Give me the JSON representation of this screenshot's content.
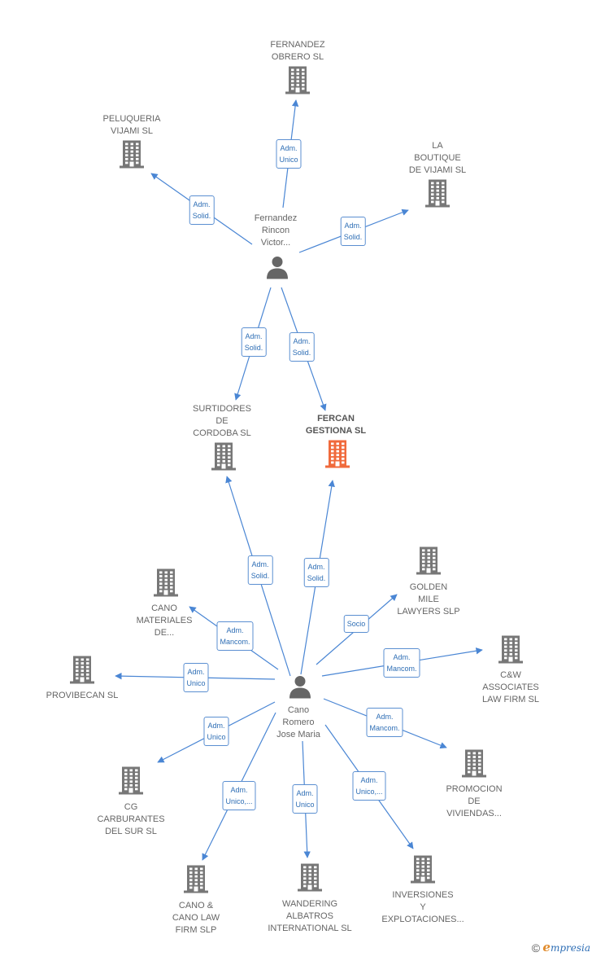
{
  "colors": {
    "edge": "#4a86d4",
    "building": "#777777",
    "highlight": "#f06a3c",
    "person": "#666666"
  },
  "nodes": [
    {
      "id": "fernandez_obrero",
      "type": "company",
      "label": "FERNANDEZ\nOBRERO  SL"
    },
    {
      "id": "peluqueria",
      "type": "company",
      "label": "PELUQUERIA\nVIJAMI  SL"
    },
    {
      "id": "la_boutique",
      "type": "company",
      "label": "LA\nBOUTIQUE\nDE VIJAMI  SL"
    },
    {
      "id": "fernandez_rincon",
      "type": "person",
      "label": "Fernandez\nRincon\nVictor..."
    },
    {
      "id": "surtidores",
      "type": "company",
      "label": "SURTIDORES\nDE\nCORDOBA  SL"
    },
    {
      "id": "fercan",
      "type": "company",
      "label": "FERCAN\nGESTIONA  SL",
      "highlight": true
    },
    {
      "id": "golden_mile",
      "type": "company",
      "label": "GOLDEN\nMILE\nLAWYERS  SLP"
    },
    {
      "id": "cano_materiales",
      "type": "company",
      "label": "CANO\nMATERIALES\nDE..."
    },
    {
      "id": "cw",
      "type": "company",
      "label": "C&W\nASSOCIATES\nLAW FIRM  SL"
    },
    {
      "id": "provibecan",
      "type": "company",
      "label": "PROVIBECAN SL"
    },
    {
      "id": "cano_romero",
      "type": "person",
      "label": "Cano\nRomero\nJose Maria"
    },
    {
      "id": "cg_carburantes",
      "type": "company",
      "label": "CG\nCARBURANTES\nDEL SUR  SL"
    },
    {
      "id": "promocion",
      "type": "company",
      "label": "PROMOCION\nDE\nVIVIENDAS..."
    },
    {
      "id": "cano_law",
      "type": "company",
      "label": "CANO &\nCANO LAW\nFIRM  SLP"
    },
    {
      "id": "wandering",
      "type": "company",
      "label": "WANDERING\nALBATROS\nINTERNATIONAL SL"
    },
    {
      "id": "inversiones",
      "type": "company",
      "label": "INVERSIONES\nY\nEXPLOTACIONES..."
    }
  ],
  "edges": [
    {
      "id": "e_fr_fo",
      "from": "fernandez_rincon",
      "to": "fernandez_obrero",
      "label": "Adm.\nUnico"
    },
    {
      "id": "e_fr_pel",
      "from": "fernandez_rincon",
      "to": "peluqueria",
      "label": "Adm.\nSolid."
    },
    {
      "id": "e_fr_lb",
      "from": "fernandez_rincon",
      "to": "la_boutique",
      "label": "Adm.\nSolid."
    },
    {
      "id": "e_fr_sur",
      "from": "fernandez_rincon",
      "to": "surtidores",
      "label": "Adm.\nSolid."
    },
    {
      "id": "e_fr_fer",
      "from": "fernandez_rincon",
      "to": "fercan",
      "label": "Adm.\nSolid."
    },
    {
      "id": "e_cr_sur",
      "from": "cano_romero",
      "to": "surtidores",
      "label": "Adm.\nSolid."
    },
    {
      "id": "e_cr_fer",
      "from": "cano_romero",
      "to": "fercan",
      "label": "Adm.\nSolid."
    },
    {
      "id": "e_cr_gm",
      "from": "cano_romero",
      "to": "golden_mile",
      "label": "Socio"
    },
    {
      "id": "e_cr_cm",
      "from": "cano_romero",
      "to": "cano_materiales",
      "label": "Adm.\nMancom."
    },
    {
      "id": "e_cr_cw",
      "from": "cano_romero",
      "to": "cw",
      "label": "Adm.\nMancom."
    },
    {
      "id": "e_cr_pro",
      "from": "cano_romero",
      "to": "provibecan",
      "label": "Adm.\nUnico"
    },
    {
      "id": "e_cr_cg",
      "from": "cano_romero",
      "to": "cg_carburantes",
      "label": "Adm.\nUnico"
    },
    {
      "id": "e_cr_prm",
      "from": "cano_romero",
      "to": "promocion",
      "label": "Adm.\nMancom."
    },
    {
      "id": "e_cr_cl",
      "from": "cano_romero",
      "to": "cano_law",
      "label": "Adm.\nUnico,..."
    },
    {
      "id": "e_cr_wa",
      "from": "cano_romero",
      "to": "wandering",
      "label": "Adm.\nUnico"
    },
    {
      "id": "e_cr_inv",
      "from": "cano_romero",
      "to": "inversiones",
      "label": "Adm.\nUnico,..."
    }
  ],
  "footer": {
    "copyright": "©",
    "brand_initial": "e",
    "brand_rest": "mpresia"
  }
}
